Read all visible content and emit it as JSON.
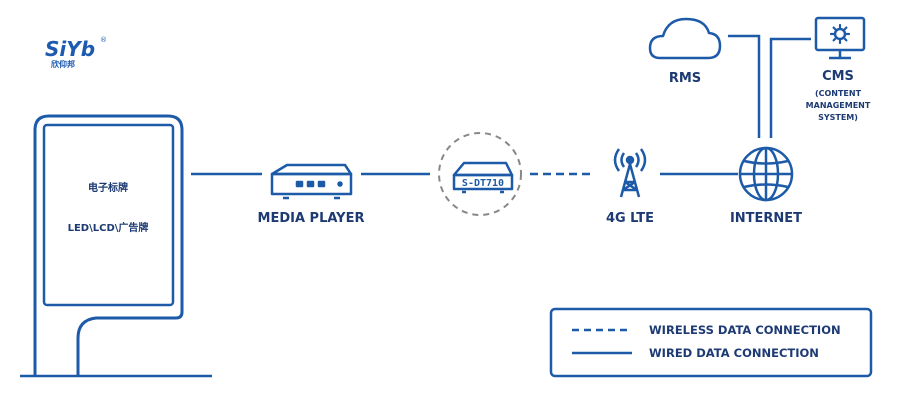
{
  "brand": {
    "logo_text": "SiYb",
    "registered_mark": "®",
    "logo_subtext": "欣仰邦"
  },
  "signage": {
    "line1": "电子标牌",
    "line2": "LED\\LCD\\广告牌"
  },
  "nodes": {
    "media_player": "MEDIA PLAYER",
    "router_model": "S-DT710",
    "lte": "4G LTE",
    "internet": "INTERNET",
    "rms": "RMS",
    "cms_title": "CMS",
    "cms_line1": "(CONTENT",
    "cms_line2": "MANAGEMENT",
    "cms_line3": "SYSTEM)"
  },
  "legend": {
    "wireless": "WIRELESS DATA CONNECTION",
    "wired": "WIRED DATA CONNECTION"
  },
  "colors": {
    "primary": "#1d5aa8",
    "text": "#1d3a73",
    "dashed_gray": "#888888",
    "brand": "#1e5bb0"
  }
}
